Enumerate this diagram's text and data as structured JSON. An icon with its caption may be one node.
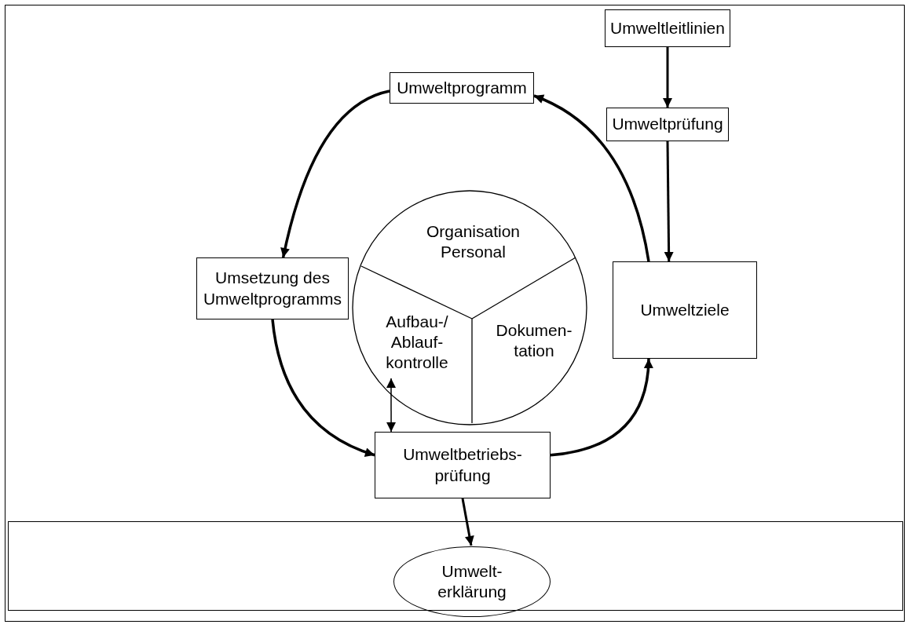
{
  "diagram": {
    "nodes": [
      {
        "text": [
          "Umweltleitlinien"
        ]
      },
      {
        "text": [
          "Umweltprüfung"
        ]
      },
      {
        "text": [
          "Umweltprogramm"
        ]
      },
      {
        "text": [
          "Umsetzung des Umweltprogramms"
        ]
      },
      {
        "text": [
          "Umweltziele"
        ]
      },
      {
        "text": [],
        "shape": "circle"
      },
      {
        "text": [
          "Organisation Personal"
        ],
        "in": 5
      },
      {
        "text": [
          "Aufbau-/ Ablauf- kontrolle"
        ],
        "in": 5
      },
      {
        "text": [
          "Dokumen- tation"
        ],
        "in": 5
      },
      {
        "text": [
          "Umweltbetriebs- prüfung"
        ]
      },
      {
        "text": [],
        "shape": "box"
      },
      {
        "text": [
          "Umwelt- erklärung"
        ],
        "in": 10
      }
    ],
    "edges": [
      {
        "from": 0,
        "to": 1,
        "arrow": "to"
      },
      {
        "from": 1,
        "to": 4,
        "arrow": "to"
      },
      {
        "from": 4,
        "to": 2,
        "arrow": "to"
      },
      {
        "from": 2,
        "to": 3,
        "arrow": "to"
      },
      {
        "from": 3,
        "to": 9,
        "arrow": "to"
      },
      {
        "from": 9,
        "to": 4,
        "arrow": "to"
      },
      {
        "from": 7,
        "to": 9,
        "arrow": "both"
      },
      {
        "from": 9,
        "to": 11,
        "arrow": "to"
      }
    ]
  }
}
